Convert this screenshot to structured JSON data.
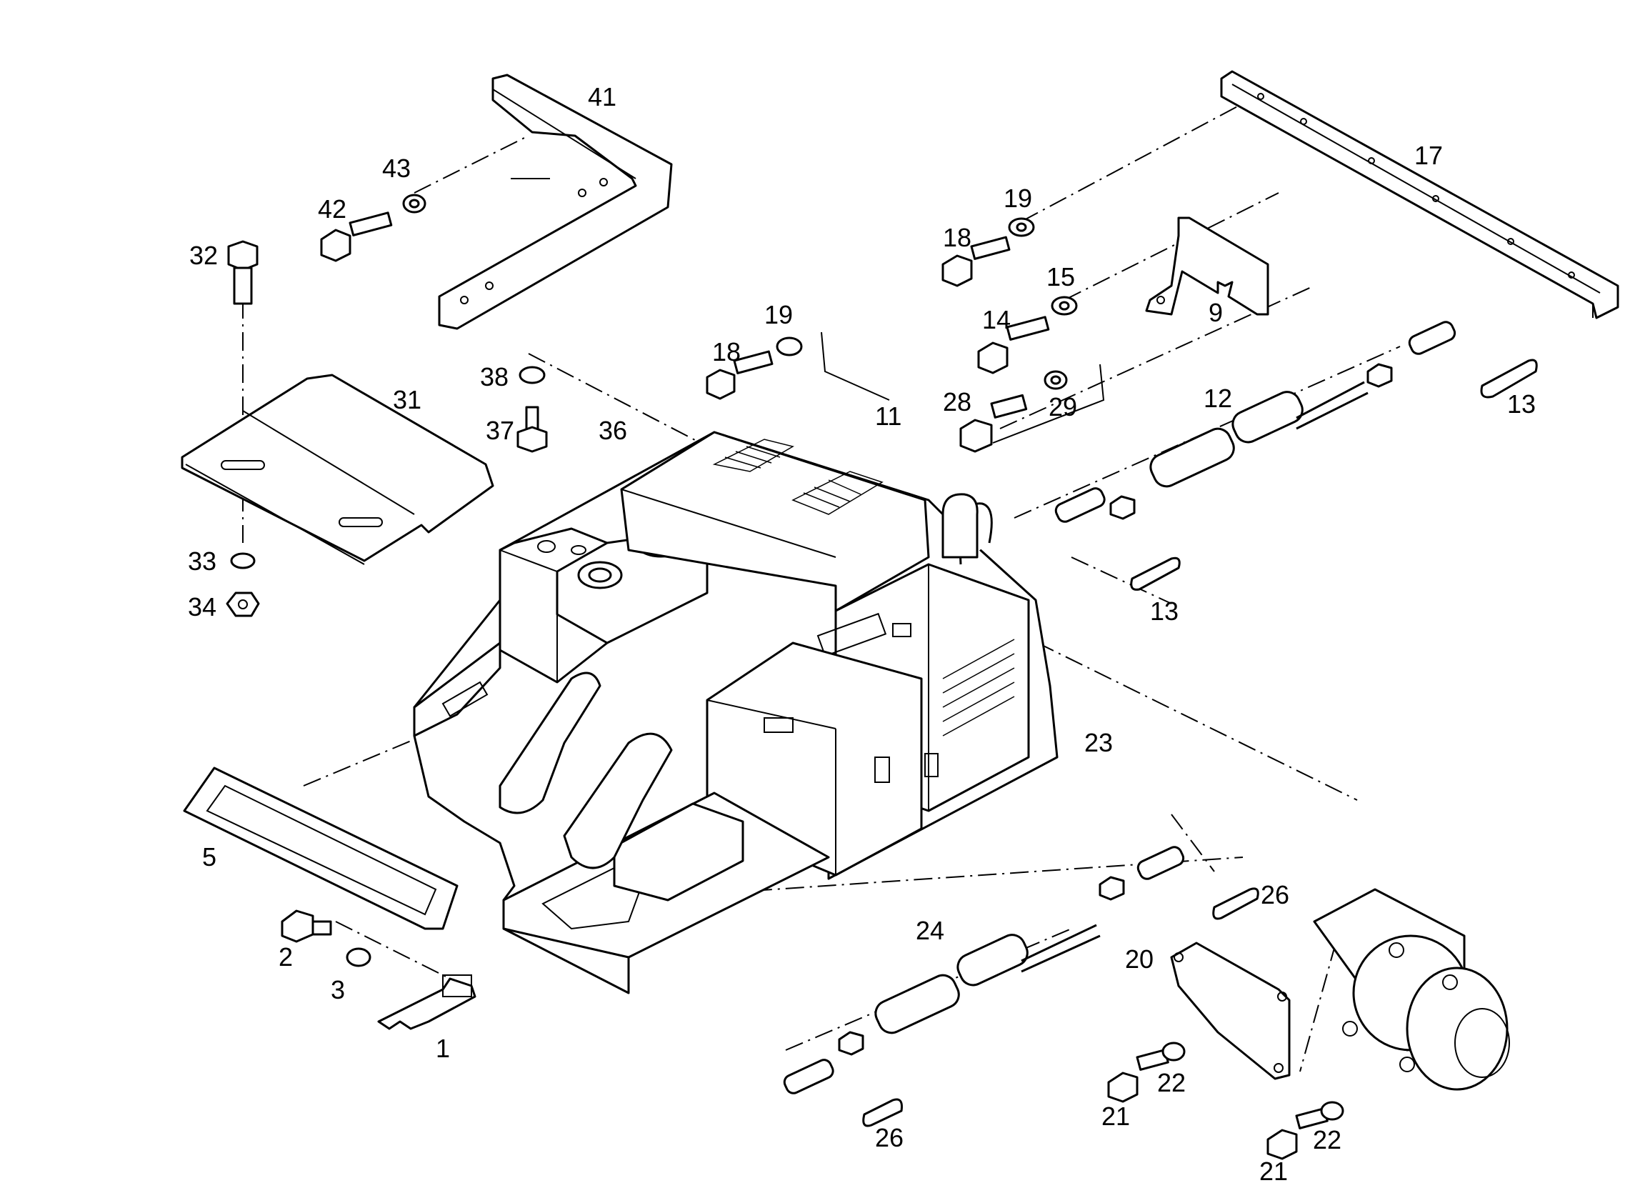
{
  "labels": [
    {
      "id": "41",
      "text": "41"
    },
    {
      "id": "43",
      "text": "43"
    },
    {
      "id": "42",
      "text": "42"
    },
    {
      "id": "32",
      "text": "32"
    },
    {
      "id": "31",
      "text": "31"
    },
    {
      "id": "38",
      "text": "38"
    },
    {
      "id": "37",
      "text": "37"
    },
    {
      "id": "36",
      "text": "36"
    },
    {
      "id": "33",
      "text": "33"
    },
    {
      "id": "34",
      "text": "34"
    },
    {
      "id": "19a",
      "text": "19"
    },
    {
      "id": "18a",
      "text": "18"
    },
    {
      "id": "11",
      "text": "11"
    },
    {
      "id": "19b",
      "text": "19"
    },
    {
      "id": "18b",
      "text": "18"
    },
    {
      "id": "17",
      "text": "17"
    },
    {
      "id": "15",
      "text": "15"
    },
    {
      "id": "14",
      "text": "14"
    },
    {
      "id": "9",
      "text": "9"
    },
    {
      "id": "28",
      "text": "28"
    },
    {
      "id": "29",
      "text": "29"
    },
    {
      "id": "12",
      "text": "12"
    },
    {
      "id": "13a",
      "text": "13"
    },
    {
      "id": "13b",
      "text": "13"
    },
    {
      "id": "23",
      "text": "23"
    },
    {
      "id": "5",
      "text": "5"
    },
    {
      "id": "2",
      "text": "2"
    },
    {
      "id": "3",
      "text": "3"
    },
    {
      "id": "1",
      "text": "1"
    },
    {
      "id": "24",
      "text": "24"
    },
    {
      "id": "26a",
      "text": "26"
    },
    {
      "id": "20",
      "text": "20"
    },
    {
      "id": "26b",
      "text": "26"
    },
    {
      "id": "21a",
      "text": "21"
    },
    {
      "id": "22a",
      "text": "22"
    },
    {
      "id": "21b",
      "text": "21"
    },
    {
      "id": "22b",
      "text": "22"
    }
  ]
}
